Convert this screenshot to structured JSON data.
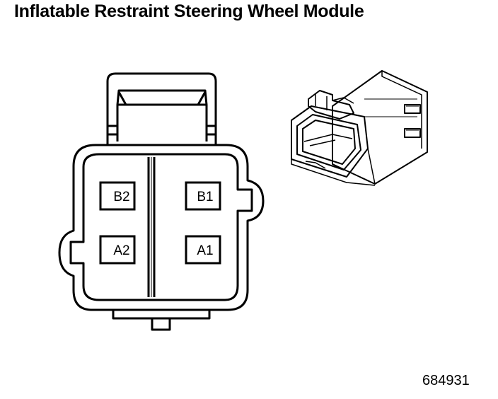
{
  "title": "Inflatable Restraint Steering Wheel Module",
  "figure_id": "684931",
  "pins": {
    "b2": "B2",
    "b1": "B1",
    "a2": "A2",
    "a1": "A1"
  }
}
